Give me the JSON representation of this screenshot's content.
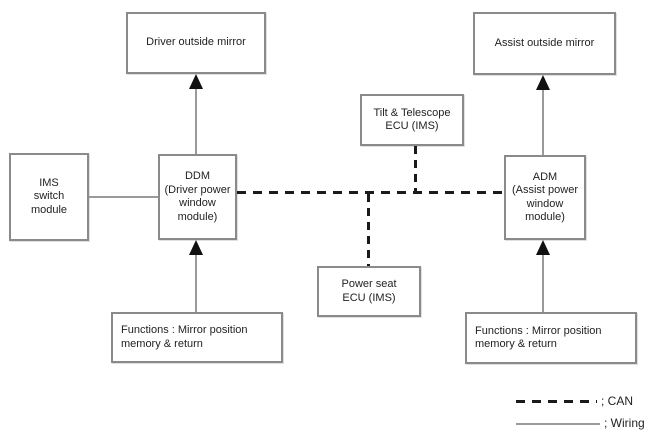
{
  "diagram": {
    "nodes": {
      "driver_mirror": "Driver outside mirror",
      "assist_mirror": "Assist outside mirror",
      "tilt_ecu": "Tilt & Telescope\nECU (IMS)",
      "ims_switch": "IMS\nswitch\nmodule",
      "ddm": "DDM\n(Driver power\nwindow\nmodule)",
      "adm": "ADM\n(Assist power\nwindow\nmodule)",
      "power_seat": "Power seat\nECU (IMS)",
      "functions_left": "Functions : Mirror position\nmemory & return",
      "functions_right": "Functions : Mirror position\nmemory & return"
    },
    "legend": {
      "can_label": "; CAN",
      "wiring_label": "; Wiring"
    },
    "colors": {
      "border": "#8a8a8a",
      "can_line": "#1a1a1a",
      "wiring_line": "#9a9a9a",
      "arrow": "#111111",
      "text": "#1f1f1f"
    }
  }
}
